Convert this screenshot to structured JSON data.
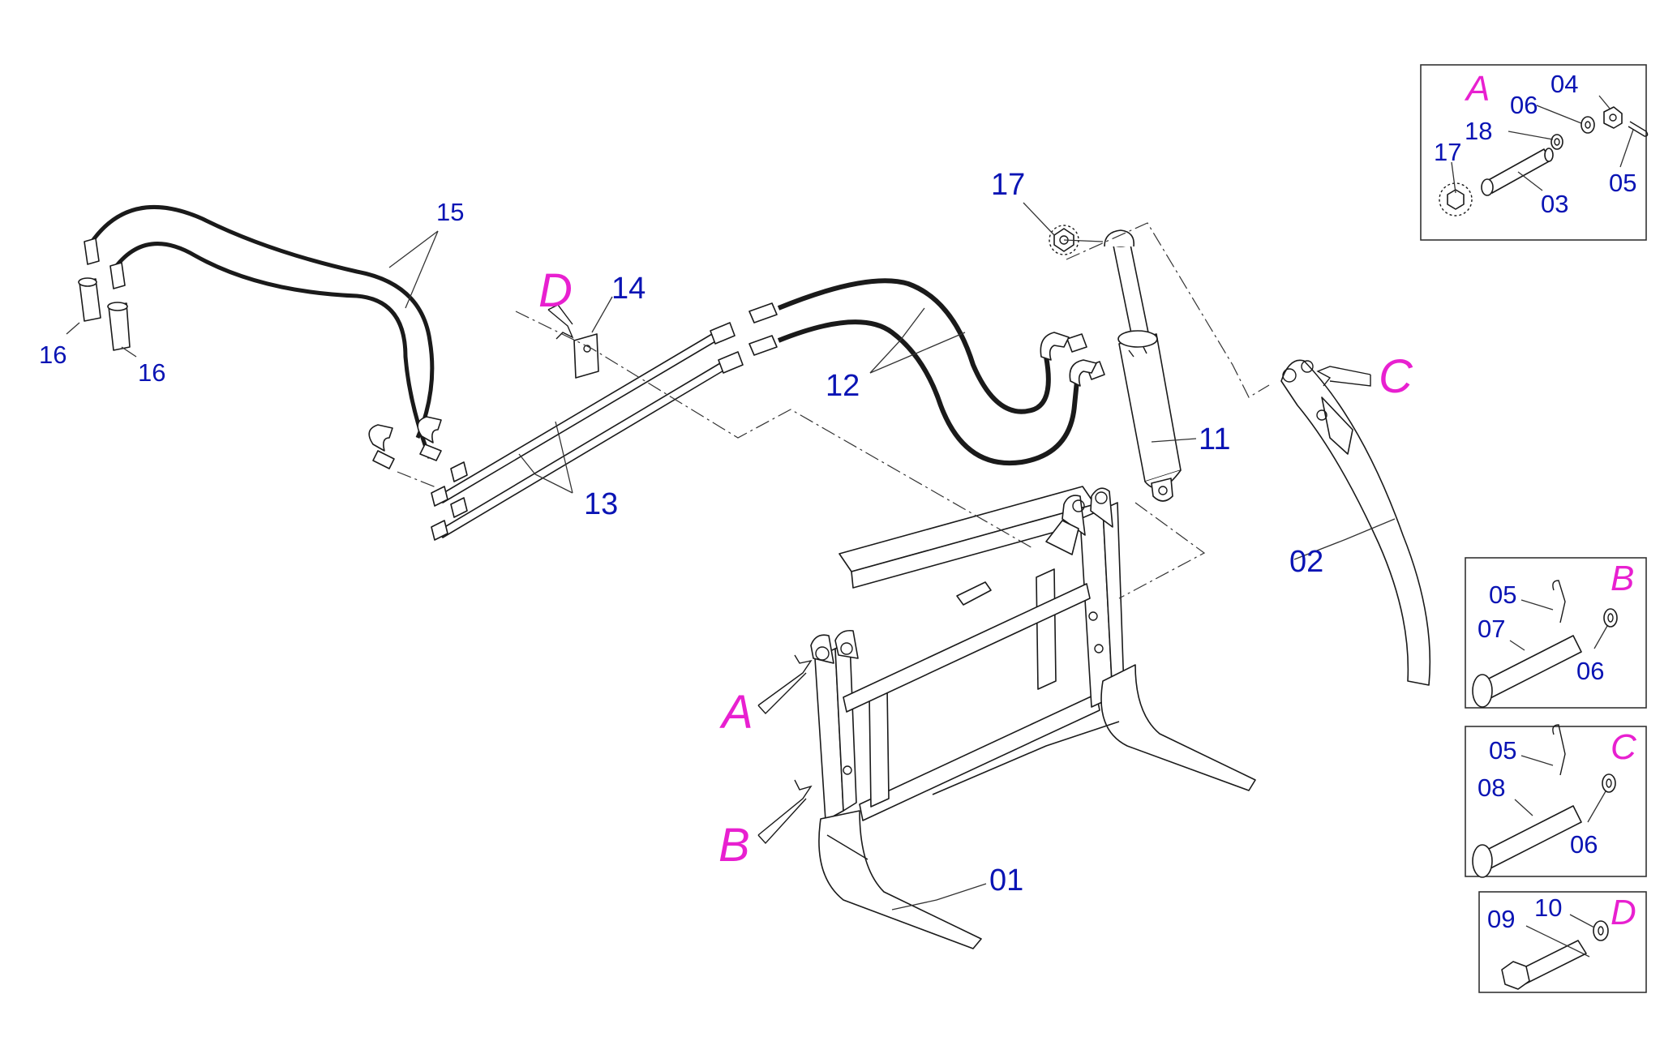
{
  "colors": {
    "part_number": "#0a14b4",
    "detail_letter": "#e820d0",
    "line": "#1a1a1a",
    "background": "#ffffff"
  },
  "main": {
    "part_labels": {
      "p01": "01",
      "p02": "02",
      "p11": "11",
      "p12": "12",
      "p13": "13",
      "p14": "14",
      "p15": "15",
      "p16a": "16",
      "p16b": "16",
      "p17": "17"
    },
    "callout_letters": {
      "a": "A",
      "b": "B",
      "c": "C",
      "d": "D"
    }
  },
  "details": {
    "A": {
      "letter": "A",
      "labels": [
        "04",
        "06",
        "18",
        "17",
        "03",
        "05"
      ]
    },
    "B": {
      "letter": "B",
      "labels": [
        "05",
        "07",
        "06"
      ]
    },
    "C": {
      "letter": "C",
      "labels": [
        "05",
        "08",
        "06"
      ]
    },
    "D": {
      "letter": "D",
      "labels": [
        "09",
        "10"
      ]
    }
  }
}
